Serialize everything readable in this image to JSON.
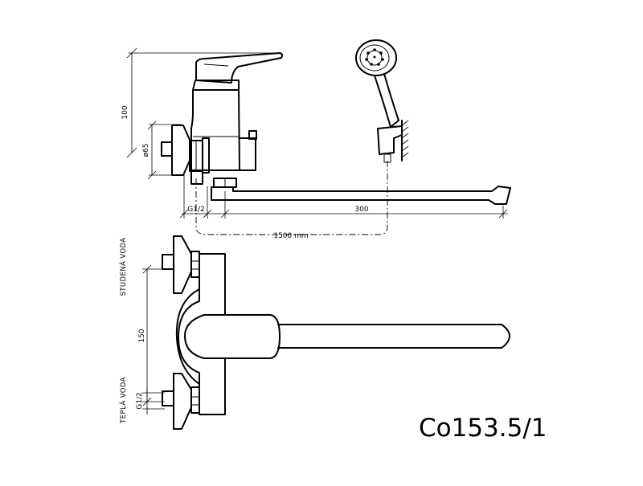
{
  "dimensions": {
    "height": "100",
    "diameter": "ø65",
    "thread_top": "G1/2",
    "spout_length": "300",
    "hose_length": "1500 mm",
    "spacing": "150",
    "thread_bottom": "G1/2"
  },
  "labels": {
    "cold_water": "STUDENÁ VODA",
    "hot_water": "TEPLÁ VODA"
  },
  "model_code": "Co153.5/1"
}
